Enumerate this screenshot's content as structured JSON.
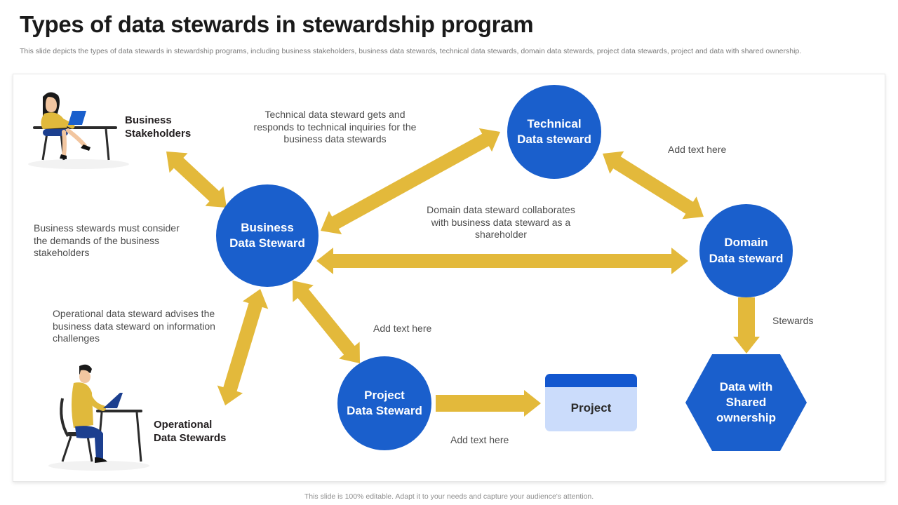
{
  "header": {
    "title": "Types of data stewards in stewardship program",
    "subtitle": "This slide depicts the types of data stewards in stewardship programs, including business stakeholders, business data stewards, technical data stewards, domain data stewards, project data stewards, project and data with shared ownership."
  },
  "footer": {
    "text": "This slide is 100% editable. Adapt it to your needs and capture your audience's attention."
  },
  "colors": {
    "node_blue": "#1a5fcc",
    "arrow_gold": "#e3b93b",
    "card_light_blue": "#cbdcfb",
    "card_header_blue": "#1357cf",
    "title_black": "#1a1a1a",
    "note_gray": "#4d4d4d",
    "illustration_yellow": "#e0b93c",
    "illustration_navy": "#1c3f8f"
  },
  "nodes": {
    "business_data_steward": {
      "line1": "Business",
      "line2": "Data Steward"
    },
    "technical_data_steward": {
      "line1": "Technical",
      "line2": "Data steward"
    },
    "domain_data_steward": {
      "line1": "Domain",
      "line2": "Data steward"
    },
    "project_data_steward": {
      "line1": "Project",
      "line2": "Data Steward"
    },
    "project_card": {
      "label": "Project"
    },
    "shared_ownership": {
      "line1": "Data with",
      "line2": "Shared",
      "line3": "ownership"
    }
  },
  "labels": {
    "business_stakeholders": {
      "line1": "Business",
      "line2": "Stakeholders"
    },
    "operational_data_stewards": {
      "line1": "Operational",
      "line2": "Data Stewards"
    }
  },
  "notes": {
    "technical_inquiries": "Technical data steward gets and responds to technical inquiries for the business data stewards",
    "business_demands": "Business stewards must consider the demands of the business stakeholders",
    "domain_collaborates": "Domain data steward collaborates with business data steward as a shareholder",
    "add_text_top_right": "Add text here",
    "operational_advises": "Operational data steward advises the business data steward on information challenges",
    "add_text_center": "Add text here",
    "add_text_bottom": "Add text here",
    "stewards": "Stewards"
  },
  "connections": [
    {
      "from": "business_data_steward",
      "to": "technical_data_steward",
      "style": "double-headed-arrow"
    },
    {
      "from": "technical_data_steward",
      "to": "domain_data_steward",
      "style": "double-headed-arrow"
    },
    {
      "from": "business_data_steward",
      "to": "domain_data_steward",
      "style": "double-headed-arrow"
    },
    {
      "from": "business_stakeholders",
      "to": "business_data_steward",
      "style": "double-headed-arrow"
    },
    {
      "from": "business_data_steward",
      "to": "operational_data_stewards",
      "style": "double-headed-arrow"
    },
    {
      "from": "business_data_steward",
      "to": "project_data_steward",
      "style": "double-headed-arrow"
    },
    {
      "from": "project_data_steward",
      "to": "project_card",
      "style": "single-arrow"
    },
    {
      "from": "domain_data_steward",
      "to": "shared_ownership",
      "style": "single-arrow"
    }
  ]
}
